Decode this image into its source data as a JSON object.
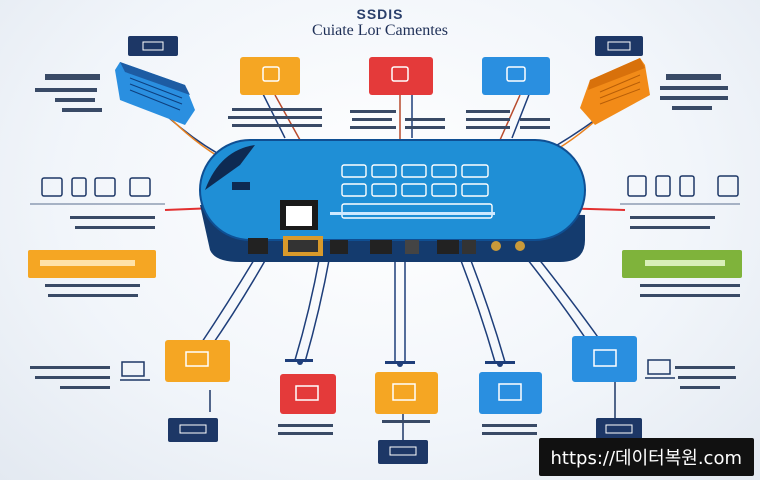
{
  "header": {
    "title_top": "SSDIS",
    "title_main": "Cuiate Lor Camentes"
  },
  "colors": {
    "router": "#1f8fd6",
    "router_dark": "#143b6e",
    "orange": "#f5a623",
    "red": "#e43a3a",
    "blue": "#2a8fe0",
    "navy": "#1d3766",
    "green": "#7fb33b",
    "dark_orange": "#f28b18"
  },
  "icons": [
    "router-icon",
    "antenna-icon",
    "monitor-icon",
    "printer-icon",
    "card-icon",
    "cable-icon",
    "computer-icon"
  ],
  "watermark": "https://데이터복원.com"
}
